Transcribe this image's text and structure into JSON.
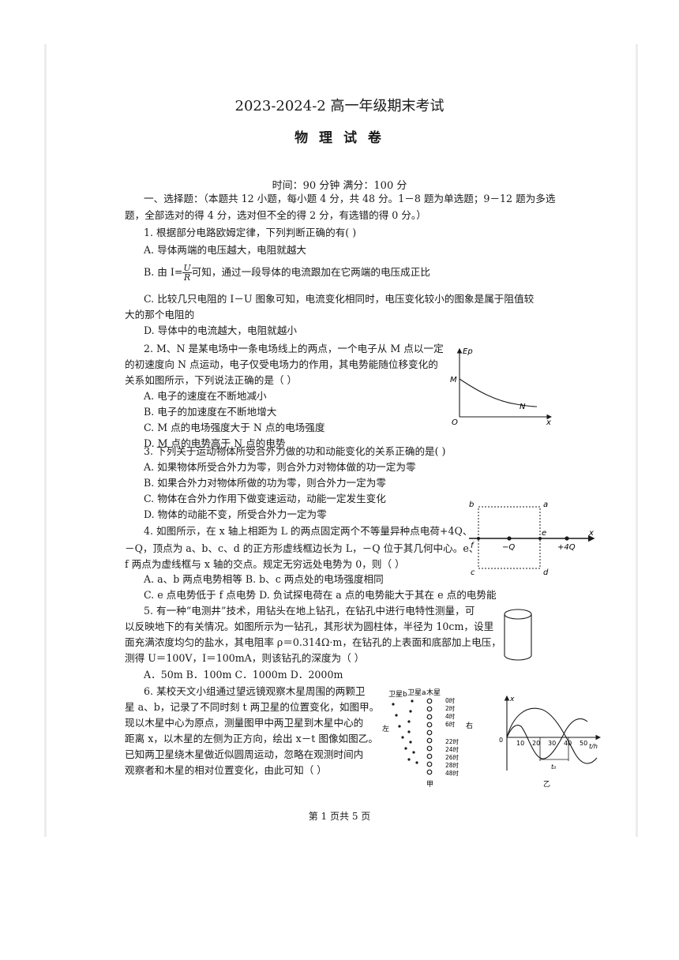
{
  "header": {
    "exam_title": "2023-2024-2 高一年级期末考试",
    "subject": "物 理 试 卷",
    "info": "时间：90 分钟   满分：100 分"
  },
  "section1": {
    "line1": "一、选择题：（本题共 12 小题，每小题 4 分，共 48 分。1－8 题为单选题；9－12 题为多选",
    "line2": "题，全部选对的得 4 分，选对但不全的得 2 分，有选错的得 0 分。）"
  },
  "q1": {
    "stem": "1. 根据部分电路欧姆定律，下列判断正确的有(     )",
    "a": "A. 导体两端的电压越大，电阻就越大",
    "b_pre": "B. 由 I=",
    "b_num": "U",
    "b_den": "R",
    "b_post": "可知，通过一段导体的电流跟加在它两端的电压成正比",
    "c1": "C. 比较几只电阻的 I－U 图象可知，电流变化相同时，电压变化较小的图象是属于阻值较",
    "c2": "大的那个电阻的",
    "d": "D. 导体中的电流越大，电阻就越小"
  },
  "q2": {
    "l1": "2. M、N 是某电场中一条电场线上的两点，一个电子从 M 点以一定",
    "l2": "的初速度向 N 点运动，电子仅受电场力的作用，其电势能随位移变化的",
    "l3": "关系如图所示，下列说法正确的是（      ）",
    "a": "A. 电子的速度在不断地减小",
    "b": "B. 电子的加速度在不断地增大",
    "c": "C. M 点的电场强度大于 N 点的电场强度",
    "d": "D. M 点的电势高于 N 点的电势",
    "fig": {
      "y_label": "Ep",
      "m": "M",
      "n": "N",
      "o": "O",
      "x": "x"
    }
  },
  "q3": {
    "stem": "3. 下列关于运动物体所受合外力做的功和动能变化的关系正确的是(     )",
    "a": "A. 如果物体所受合外力为零，则合外力对物体做的功一定为零",
    "b": "B. 如果合外力对物体所做的功为零，则合外力一定为零",
    "c": "C. 物体在合外力作用下做变速运动，动能一定发生变化",
    "d": "D. 物体的动能不变，所受合外力一定为零"
  },
  "q4": {
    "l1": "4. 如图所示，在 x 轴上相距为 L 的两点固定两个不等量异种点电荷+4Q、",
    "l2": "－Q，顶点为 a、b、c、d 的正方形虚线框边长为 L，－Q 位于其几何中心。e、",
    "l3": "f 两点为虚线框与 x 轴的交点。规定无穷远处电势为 0，则（      ）",
    "ab": "A.  a、b 两点电势相等       B.  b、c 两点处的电场强度相同",
    "cd": "C.  e 点电势低于 f 点电势   D. 负试探电荷在 a 点的电势能大于其在 e 点的电势能",
    "fig": {
      "a": "a",
      "b": "b",
      "c": "c",
      "d": "d",
      "e": "e",
      "f": "f",
      "neg": "−Q",
      "pos": "+4Q",
      "x": "x"
    }
  },
  "q5": {
    "l1": "5. 有一种“电测井”技术，用钻头在地上钻孔，在钻孔中进行电特性测量，可",
    "l2": "以反映地下的有关情况。如图所示为一钻孔，其形状为圆柱体，半径为 10cm，设里",
    "l3": "面充满浓度均匀的盐水，其电阻率 ρ＝0.314Ω·m，在钻孔的上表面和底部加上电压，",
    "l4": "测得 U＝100V，I＝100mA，则该钻孔的深度为（      ）",
    "options": "A．50m      B．100m      C．1000m      D．2000m"
  },
  "q6": {
    "l1": "6. 某校天文小组通过望远镜观察木星周围的两颗卫",
    "l2": "星 a、b，记录了不同时刻 t 两卫星的位置变化，如图甲。",
    "l3": "现以木星中心为原点，测量图甲中两卫星到木星中心的",
    "l4": "距离 x，以木星的左侧为正方向，绘出 x－t 图像如图乙。",
    "l5": "已知两卫星绕木星做近似圆周运动，忽略在观测时间内",
    "l6": "观察者和木星的相对位置变化，由此可知（      ）",
    "fig_jia": {
      "sat_b": "卫星b",
      "sat_a": "卫星a",
      "jupiter": "木星",
      "left": "左",
      "right": "右",
      "caption": "甲",
      "times": [
        "0时",
        "2时",
        "4时",
        "6时",
        "22时",
        "24时",
        "26时",
        "28时",
        "48时"
      ]
    },
    "fig_yi": {
      "x_label": "x",
      "t_label": "t/h",
      "origin": "0",
      "ticks": [
        "10",
        "20",
        "30",
        "40",
        "50"
      ],
      "t0": "t₀",
      "caption": "乙"
    }
  },
  "footer": "第  1 页共 5 页"
}
